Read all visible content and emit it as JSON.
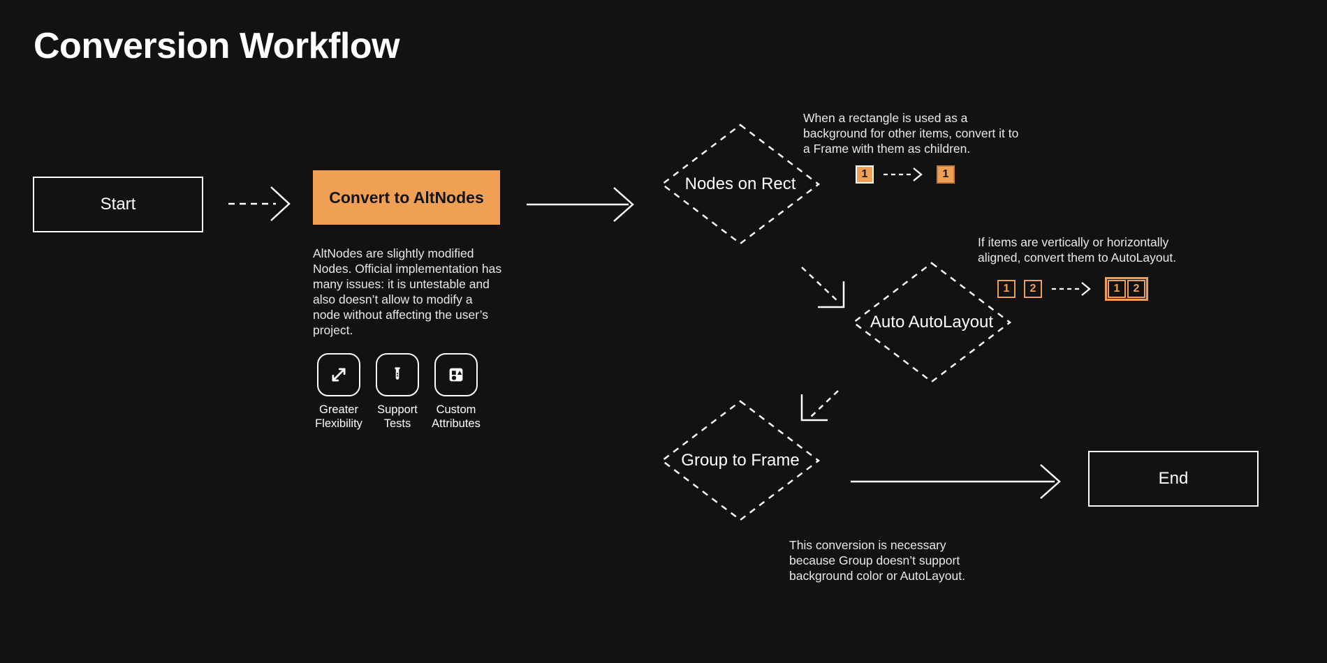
{
  "page": {
    "title": "Conversion Workflow",
    "background_color": "#121212",
    "accent_color": "#F0A055",
    "text_color": "#ffffff"
  },
  "nodes": {
    "start": {
      "label": "Start"
    },
    "end": {
      "label": "End"
    },
    "convert": {
      "label": "Convert to AltNodes",
      "note": "AltNodes are slightly modified Nodes. Official implementation has many issues: it is untestable and also doesn’t allow to modify a node without affecting the user’s project."
    },
    "nodes_on_rect": {
      "label": "Nodes on Rect"
    },
    "auto_autolayout": {
      "label": "Auto AutoLayout"
    },
    "group_to_frame": {
      "label": "Group to Frame"
    }
  },
  "features": [
    {
      "icon": "expand-arrows-icon",
      "label_line1": "Greater",
      "label_line2": "Flexibility"
    },
    {
      "icon": "test-tube-icon",
      "label_line1": "Support",
      "label_line2": "Tests"
    },
    {
      "icon": "shapes-icon",
      "label_line1": "Custom",
      "label_line2": "Attributes"
    }
  ],
  "annotations": {
    "rect": {
      "text": "When a rectangle is used as a background for other items, convert it to a Frame with them as children.",
      "before": [
        "1"
      ],
      "after": [
        "1"
      ]
    },
    "align": {
      "text": "If items are vertically or horizontally aligned, convert them to AutoLayout.",
      "before": [
        "1",
        "2"
      ],
      "after": [
        "1",
        "2"
      ]
    },
    "group": {
      "text": "This conversion is necessary because Group doesn’t support background color or AutoLayout."
    }
  }
}
